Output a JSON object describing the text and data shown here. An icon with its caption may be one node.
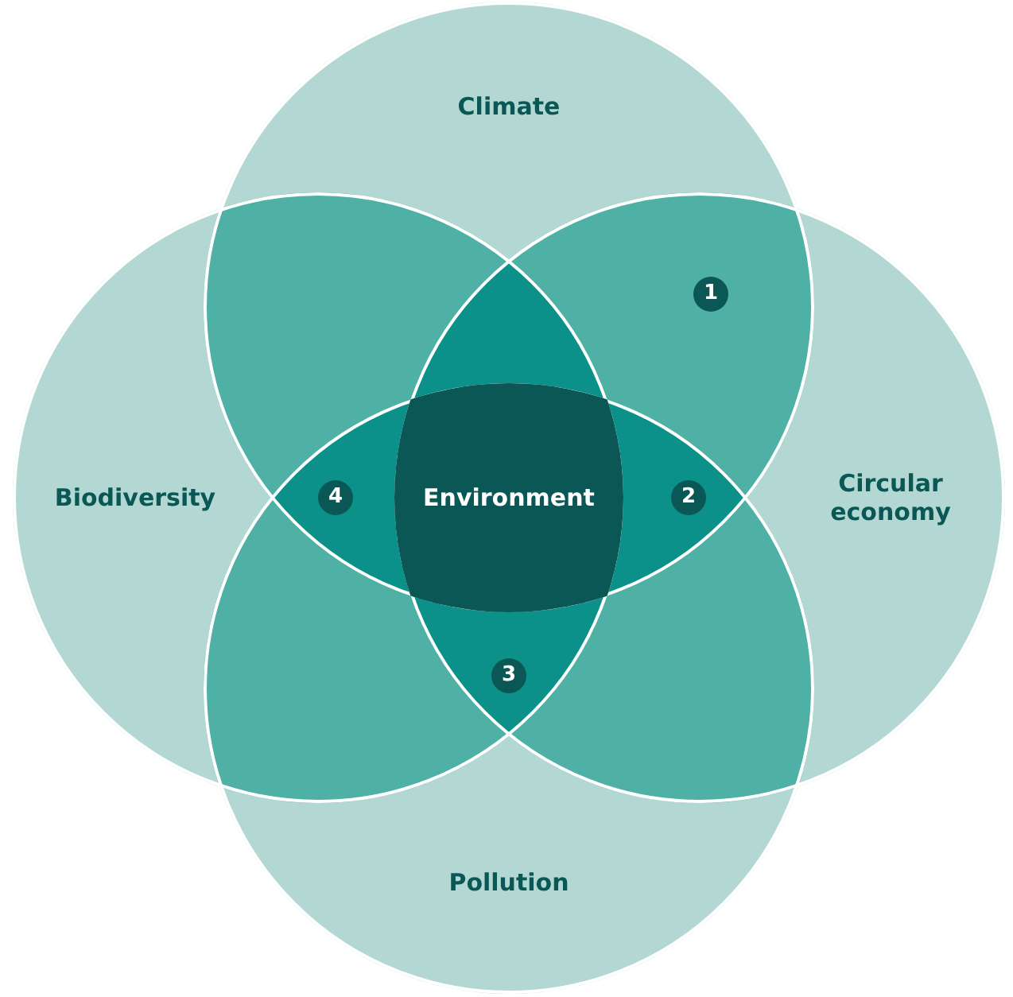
{
  "diagram": {
    "nodes": [
      {
        "text": [
          "Climate"
        ]
      },
      {
        "text": [
          "Circular economy"
        ]
      },
      {
        "text": [
          "Pollution"
        ]
      },
      {
        "text": [
          "Biodiversity"
        ]
      },
      {
        "text": [
          "Environment"
        ]
      }
    ],
    "labels": [
      "1",
      "4",
      "2",
      "3"
    ]
  }
}
